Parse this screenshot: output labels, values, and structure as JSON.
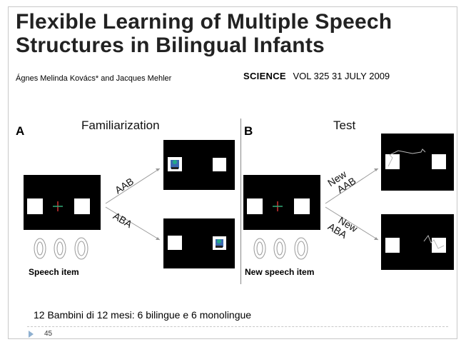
{
  "header": {
    "title_line1": "Flexible Learning of Multiple Speech",
    "title_line2": "Structures in Bilingual Infants",
    "authors": "Ágnes Melinda Kovács* and Jacques Mehler",
    "journal_name": "SCIENCE",
    "journal_details": "VOL 325   31 JULY 2009"
  },
  "panel_a": {
    "letter": "A",
    "title": "Familiarization",
    "caption": "Speech item",
    "top_label": "AAB",
    "bottom_label": "ABA"
  },
  "panel_b": {
    "letter": "B",
    "title": "Test",
    "caption": "New speech item",
    "top_label_line1": "New",
    "top_label_line2": "AAB",
    "bottom_label_line1": "New",
    "bottom_label_line2": "ABA"
  },
  "footer": {
    "summary": "12 Bambini di 12 mesi: 6 bilingue e 6 monolingue",
    "slide_number": "45"
  },
  "colors": {
    "screen": "#000000",
    "bullet": "#8fb0d0",
    "title": "#222222"
  }
}
